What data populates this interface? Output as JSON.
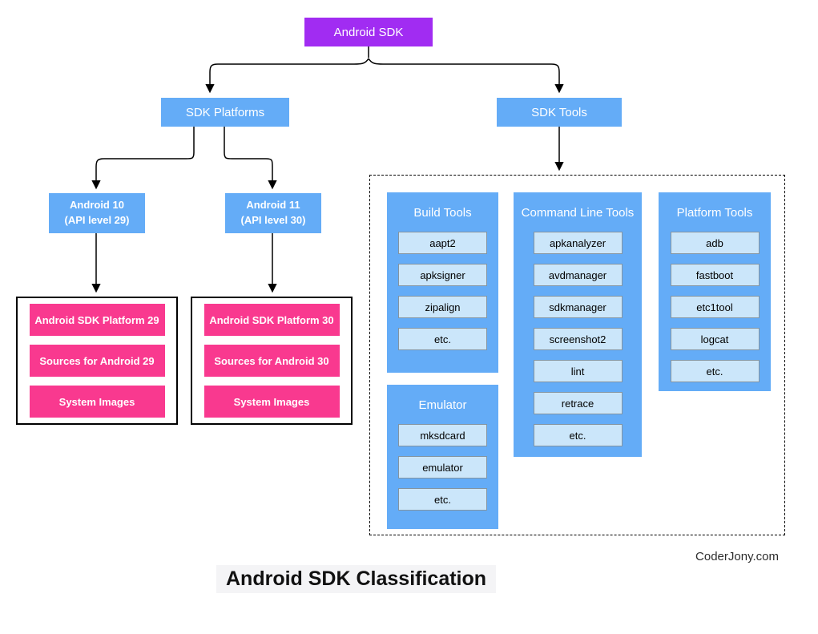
{
  "title": "Android SDK Classification",
  "watermark": "CoderJony.com",
  "colors": {
    "root_purple": "#A12CF2",
    "node_blue": "#64ACF7",
    "item_light_blue": "#CBE6FA",
    "item_pink": "#F9398F",
    "line_black": "#000000"
  },
  "root": {
    "label": "Android SDK"
  },
  "platforms": {
    "label": "SDK Platforms",
    "children": [
      {
        "line1": "Android 10",
        "line2": "(API level 29)",
        "items": [
          "Android SDK Platform 29",
          "Sources for Android 29",
          "System Images"
        ]
      },
      {
        "line1": "Android 11",
        "line2": "(API level 30)",
        "items": [
          "Android SDK Platform 30",
          "Sources for Android 30",
          "System Images"
        ]
      }
    ]
  },
  "tools": {
    "label": "SDK Tools",
    "panels": [
      {
        "title": "Build Tools",
        "items": [
          "aapt2",
          "apksigner",
          "zipalign",
          "etc."
        ]
      },
      {
        "title": "Emulator",
        "items": [
          "mksdcard",
          "emulator",
          "etc."
        ]
      },
      {
        "title": "Command Line Tools",
        "items": [
          "apkanalyzer",
          "avdmanager",
          "sdkmanager",
          "screenshot2",
          "lint",
          "retrace",
          "etc."
        ]
      },
      {
        "title": "Platform Tools",
        "items": [
          "adb",
          "fastboot",
          "etc1tool",
          "logcat",
          "etc."
        ]
      }
    ]
  }
}
